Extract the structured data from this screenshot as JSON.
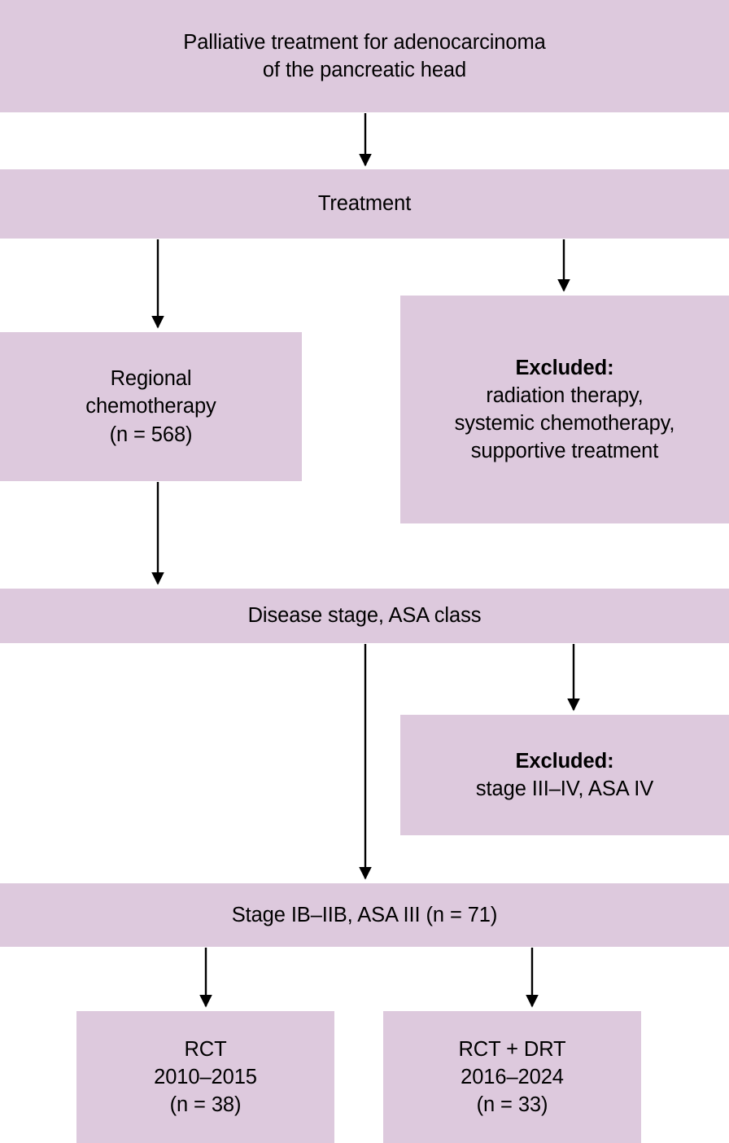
{
  "figure": {
    "type": "flowchart",
    "orientation": "top-to-bottom",
    "box_fill_color": "#ddc9dd",
    "background_color": "#ffffff",
    "connector_color": "#000000"
  },
  "nodes": {
    "title": {
      "lines": [
        "Palliative treatment for adenocarcinoma",
        "of the pancreatic head"
      ]
    },
    "treatment": {
      "lines": [
        "Treatment"
      ]
    },
    "regional_chemotherapy": {
      "lines": [
        "Regional",
        "chemotherapy",
        "(n = 568)"
      ],
      "n": 568
    },
    "excluded_treatment": {
      "lines": [
        "Excluded:",
        "radiation therapy,",
        "systemic chemotherapy,",
        "supportive treatment"
      ],
      "heading": "Excluded:"
    },
    "disease_stage": {
      "lines": [
        "Disease stage, ASA class"
      ]
    },
    "excluded_stage": {
      "lines": [
        "Excluded:",
        "stage III–IV, ASA IV"
      ],
      "heading": "Excluded:"
    },
    "stage_included": {
      "lines": [
        "Stage IB–IIB, ASA III (n = 71)"
      ],
      "n": 71
    },
    "rct": {
      "lines": [
        "RCT",
        "2010–2015",
        "(n = 38)"
      ],
      "n": 38,
      "period": "2010–2015"
    },
    "rct_drt": {
      "lines": [
        "RCT + DRT",
        "2016–2024",
        "(n = 33)"
      ],
      "n": 33,
      "period": "2016–2024"
    }
  },
  "edges": [
    {
      "from": "title",
      "to": "treatment"
    },
    {
      "from": "treatment",
      "to": "regional_chemotherapy"
    },
    {
      "from": "treatment",
      "to": "excluded_treatment"
    },
    {
      "from": "regional_chemotherapy",
      "to": "disease_stage"
    },
    {
      "from": "disease_stage",
      "to": "stage_included"
    },
    {
      "from": "disease_stage",
      "to": "excluded_stage"
    },
    {
      "from": "stage_included",
      "to": "rct"
    },
    {
      "from": "stage_included",
      "to": "rct_drt"
    }
  ]
}
